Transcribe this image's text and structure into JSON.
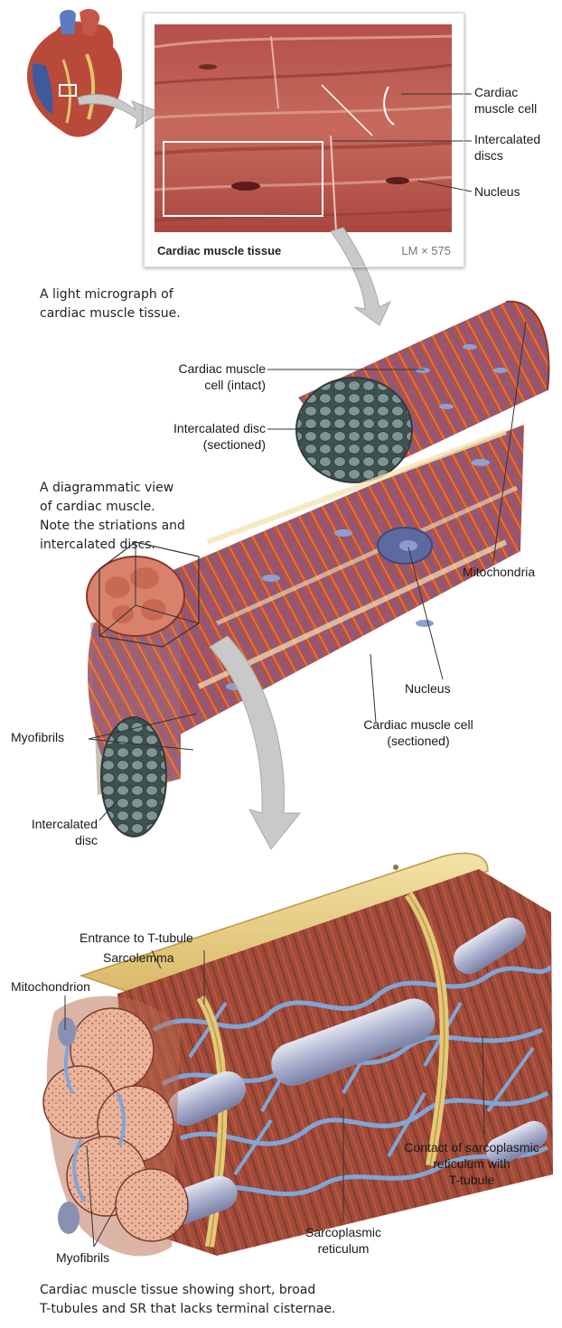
{
  "micrograph": {
    "title": "Cardiac muscle tissue",
    "magnification": "LM × 575",
    "labels": {
      "cell_1": "Cardiac",
      "cell_2": "muscle cell",
      "disc_1": "Intercalated",
      "disc_2": "discs",
      "nucleus": "Nucleus"
    }
  },
  "caption_1": [
    "A light micrograph of",
    "cardiac muscle tissue."
  ],
  "diagram": {
    "cell_intact_1": "Cardiac muscle",
    "cell_intact_2": "cell (intact)",
    "disc_sect_1": "Intercalated disc",
    "disc_sect_2": "(sectioned)",
    "caption": [
      "A diagrammatic view",
      "of cardiac muscle.",
      "Note the striations and",
      "intercalated discs."
    ],
    "mitochondria": "Mitochondria",
    "nucleus": "Nucleus",
    "cell_sect_1": "Cardiac muscle cell",
    "cell_sect_2": "(sectioned)",
    "myofibrils": "Myofibrils",
    "disc_1": "Intercalated",
    "disc_2": "disc"
  },
  "detail": {
    "t_tubule_entrance": "Entrance to T-tubule",
    "sarcolemma": "Sarcolemma",
    "mitochondrion": "Mitochondrion",
    "contact_1": "Contact of sarcoplasmic",
    "contact_2": "reticulum with",
    "contact_3": "T-tubule",
    "sr_1": "Sarcoplasmic",
    "sr_2": "reticulum",
    "myofibrils": "Myofibrils"
  },
  "caption_3": [
    "Cardiac muscle tissue showing short, broad",
    "T-tubules and SR that lacks terminal cisternae."
  ],
  "colors": {
    "muscle": "#b5523f",
    "muscle_light": "#d9826b",
    "band": "#7a5a9a",
    "nucleus": "#5d6aa0",
    "disc": "#566b6b",
    "sarcolemma": "#e9cf86",
    "reticulum": "#7fa6d6",
    "tubule": "#b9bfd8",
    "myofibril_cut": "#e8b49a",
    "arrow": "#c9c9c9"
  }
}
